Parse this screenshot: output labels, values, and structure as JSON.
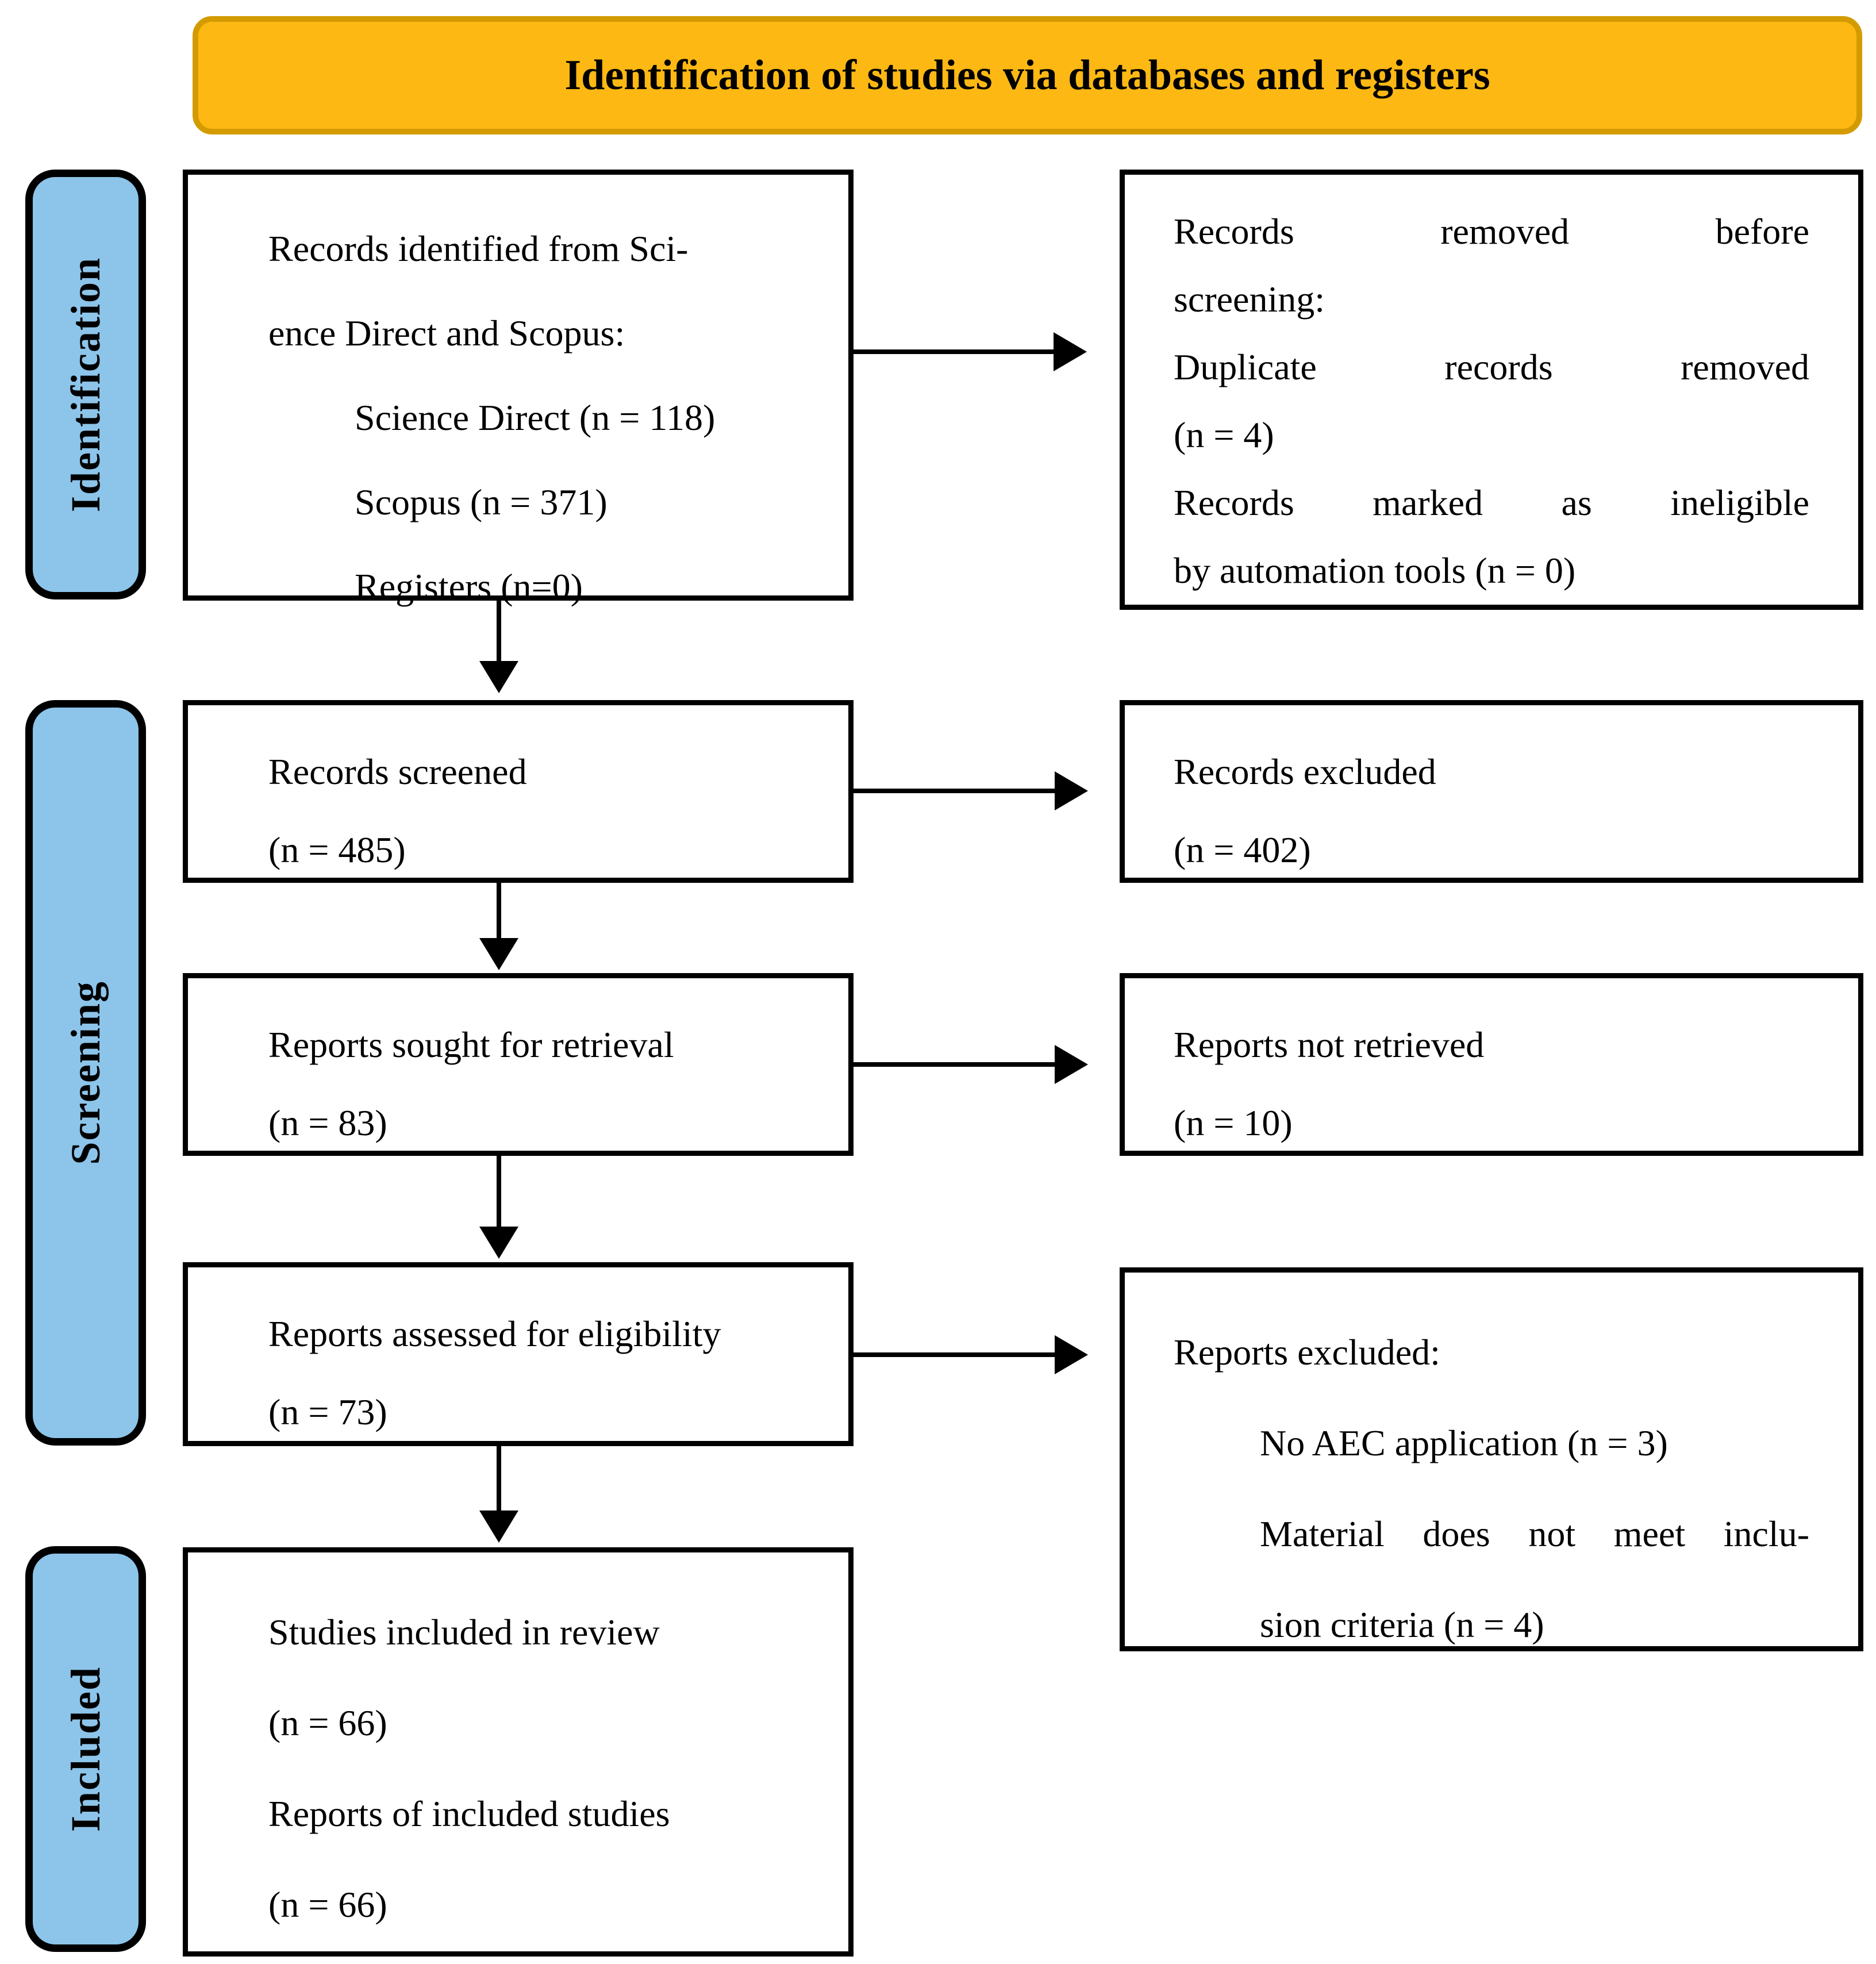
{
  "header": {
    "title": "Identification of studies via databases and registers"
  },
  "stages": {
    "identification": "Identification",
    "screening": "Screening",
    "included": "Included"
  },
  "colors": {
    "banner_fill": "#FDB813",
    "banner_border": "#D49B00",
    "stage_fill": "#8DC4E9",
    "box_border": "#000000",
    "text": "#000000"
  },
  "flow": {
    "identified": {
      "lines": [
        "Records identified from Sci-",
        "ence Direct and Scopus:",
        "Science Direct (n = 118)",
        "Scopus (n = 371)",
        "Registers (n=0)"
      ]
    },
    "removed": {
      "lines": [
        "Records removed before",
        "screening:",
        "Duplicate records removed",
        "(n = 4)",
        "Records marked as ineligible",
        "by automation tools (n = 0)"
      ]
    },
    "screened": {
      "lines": [
        "Records screened",
        "(n = 485)"
      ]
    },
    "excluded": {
      "lines": [
        "Records excluded",
        "(n = 402)"
      ]
    },
    "sought": {
      "lines": [
        "Reports sought for retrieval",
        "(n = 83)"
      ]
    },
    "not_retrieved": {
      "lines": [
        "Reports not retrieved",
        "(n = 10)"
      ]
    },
    "assessed": {
      "lines": [
        "Reports assessed for eligibility",
        "(n = 73)"
      ]
    },
    "reports_excluded": {
      "lines": [
        "Reports excluded:",
        "No AEC application (n = 3)",
        "Material does not meet inclu-",
        "sion criteria (n = 4)"
      ]
    },
    "included_studies": {
      "lines": [
        "Studies included in review",
        "(n = 66)",
        "Reports of included studies",
        "(n = 66)"
      ]
    }
  }
}
